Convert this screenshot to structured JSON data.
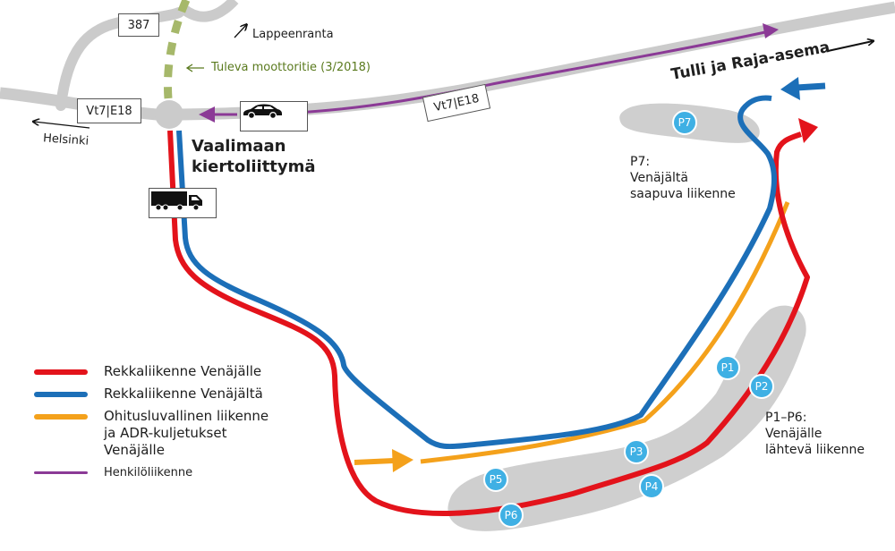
{
  "roads": {
    "vt7_left_sign": "Vt7|E18",
    "vt7_right_sign": "Vt7|E18",
    "road_387_sign": "387"
  },
  "labels": {
    "lappeenranta": "Lappeenranta",
    "helsinki": "Helsinki",
    "future_motorway": "Tuleva moottoritie (3/2018)",
    "roundabout_line1": "Vaalimaan",
    "roundabout_line2": "kiertoliittymä",
    "customs": "Tulli ja Raja-asema",
    "p7_desc": "P7:\nVenäjältä\nsaapuva liikenne",
    "p1p6_desc": "P1–P6:\nVenäjälle\nlähtevä liikenne"
  },
  "parking": [
    "P1",
    "P2",
    "P3",
    "P4",
    "P5",
    "P6",
    "P7"
  ],
  "legend": [
    {
      "text": "Rekkaliikenne Venäjälle",
      "color": "#e3131b"
    },
    {
      "text": "Rekkaliikenne Venäjältä",
      "color": "#1c6fb8"
    },
    {
      "text": "Ohitusluvallinen liikenne\nja ADR-kuljetukset\nVenäjälle",
      "color": "#f4a11b"
    },
    {
      "text": "Henkilöliikenne",
      "color": "#8b3a96"
    }
  ],
  "icons": [
    "car-icon",
    "truck-icon"
  ],
  "colors": {
    "road": "#c9c9c9",
    "parking_area": "#cfcfcf",
    "red": "#e3131b",
    "blue": "#1c6fb8",
    "orange": "#f4a11b",
    "purple": "#8b3a96",
    "future_road": "#a6b86a",
    "parking_badge": "#3fb0e4"
  }
}
